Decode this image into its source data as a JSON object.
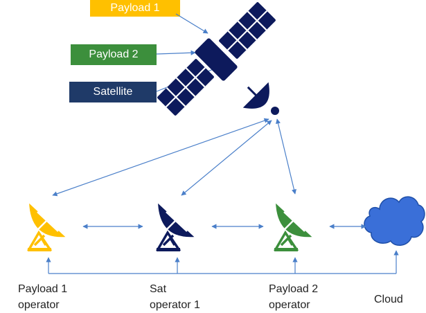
{
  "labels": {
    "payload1": "Payload 1",
    "payload2": "Payload 2",
    "satellite": "Satellite"
  },
  "nodes": {
    "payload1_operator": "Payload 1\noperator",
    "sat_operator": "Sat\noperator 1",
    "payload2_operator": "Payload 2\noperator",
    "cloud": "Cloud"
  },
  "colors": {
    "payload1": "#ffc000",
    "payload2": "#3c8f3c",
    "satellite": "#1f3a68",
    "navy": "#0d1a5c",
    "cloud": "#3a6fd8",
    "arrow": "#4a7fc9"
  },
  "icons": [
    "satellite-icon",
    "dish-icon",
    "cloud-icon"
  ]
}
